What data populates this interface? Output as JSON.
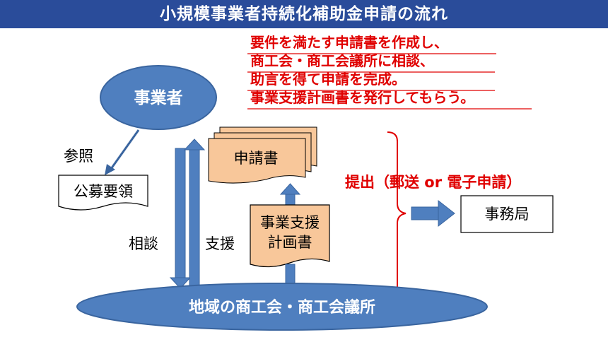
{
  "title": "小規模事業者持続化補助金申請の流れ",
  "instructions": [
    "要件を満たす申請書を作成し、",
    "商工会・商工会議所に相談、",
    "助言を得て申請を完成。",
    "事業支援計画書を発行してもらう。"
  ],
  "nodes": {
    "business_owner": "事業者",
    "guidelines": "公募要領",
    "application": "申請書",
    "support_plan_line1": "事業支援",
    "support_plan_line2": "計画書",
    "office": "事務局",
    "chamber": "地域の商工会・商工会議所"
  },
  "edges": {
    "reference": "参照",
    "consult": "相談",
    "support": "支援",
    "submit": "提出（郵送 or 電子申請）"
  },
  "colors": {
    "header": "#2a4c9a",
    "node_blue": "#4f7fbf",
    "node_orange": "#f8c79a",
    "red_text": "#e00000",
    "red_rule": "#e00000"
  }
}
